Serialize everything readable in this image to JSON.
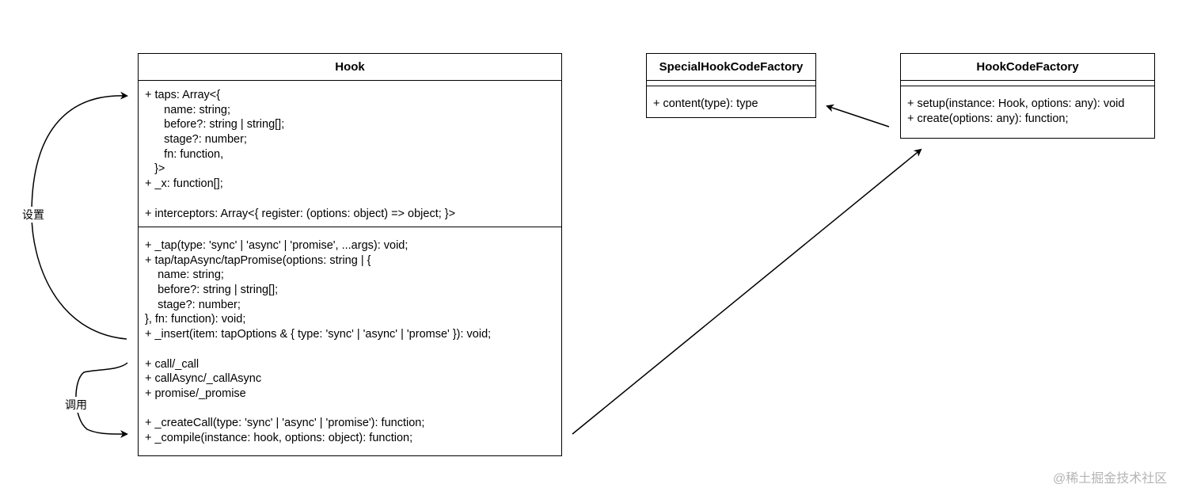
{
  "hook": {
    "title": "Hook",
    "attributes": [
      "+ taps: Array<{",
      "      name: string;",
      "      before?: string | string[];",
      "      stage?: number;",
      "      fn: function,",
      "   }>",
      "+ _x: function[];",
      "",
      "+ interceptors: Array<{ register: (options: object) => object; }>"
    ],
    "methods": [
      "+ _tap(type: 'sync' | 'async' | 'promise', ...args): void;",
      "+ tap/tapAsync/tapPromise(options: string | {",
      "    name: string;",
      "    before?: string | string[];",
      "    stage?: number;",
      "}, fn: function): void;",
      "+ _insert(item: tapOptions & { type: 'sync' | 'async' | 'promse' }): void;",
      "",
      "+ call/_call",
      "+ callAsync/_callAsync",
      "+ promise/_promise",
      "",
      "+ _createCall(type: 'sync' | 'async' | 'promise'): function;",
      "+ _compile(instance: hook, options: object): function;"
    ]
  },
  "special_factory": {
    "title": "SpecialHookCodeFactory",
    "methods": [
      "+ content(type): type"
    ]
  },
  "code_factory": {
    "title": "HookCodeFactory",
    "methods": [
      "+ setup(instance: Hook, options: any): void",
      "+ create(options: any): function;"
    ]
  },
  "labels": {
    "set": "设置",
    "call": "调用"
  },
  "watermark": "@稀土掘金技术社区"
}
